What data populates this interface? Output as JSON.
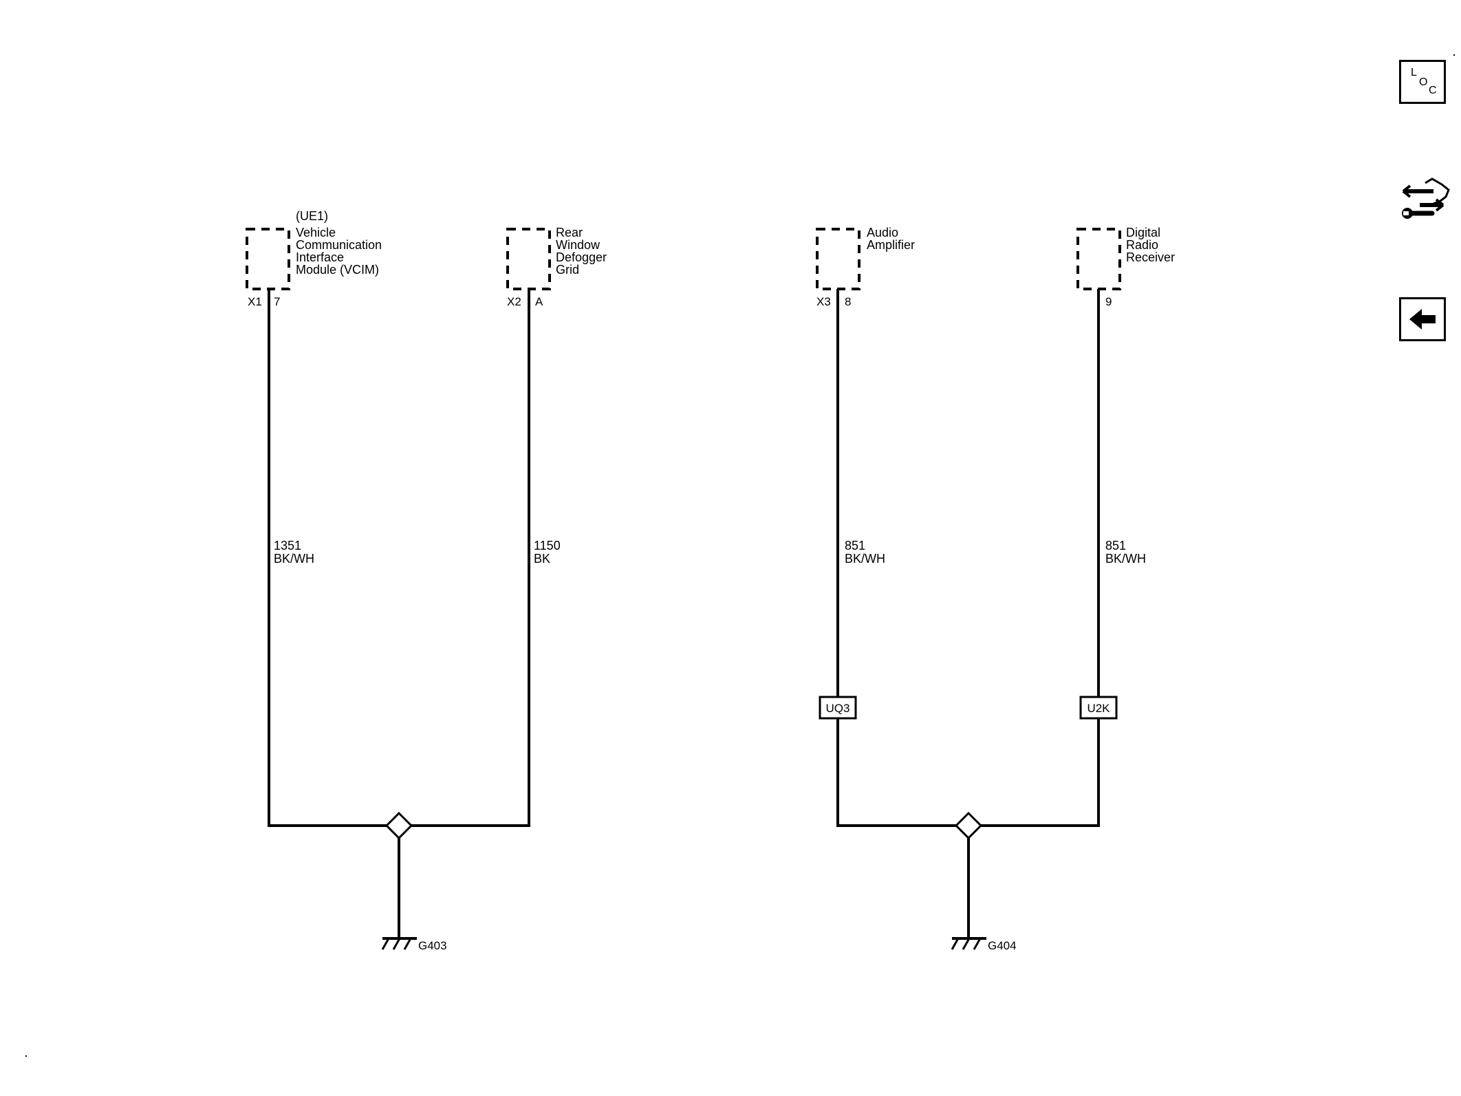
{
  "components": {
    "vcim": {
      "id": "(UE1)",
      "lines": [
        "Vehicle",
        "Communication",
        "Interface",
        "Module (VCIM)"
      ],
      "connector": "X1",
      "pin": "7"
    },
    "defogger": {
      "lines": [
        "Rear",
        "Window",
        "Defogger",
        "Grid"
      ],
      "connector": "X2",
      "pin": "A"
    },
    "amplifier": {
      "lines": [
        "Audio",
        "Amplifier"
      ],
      "connector": "X3",
      "pin": "8"
    },
    "radio": {
      "lines": [
        "Digital",
        "Radio",
        "Receiver"
      ],
      "pin": "9"
    }
  },
  "wires": {
    "vcim": {
      "circuit": "1351",
      "color": "BK/WH"
    },
    "defogger": {
      "circuit": "1150",
      "color": "BK"
    },
    "amplifier": {
      "circuit": "851",
      "color": "BK/WH"
    },
    "radio": {
      "circuit": "851",
      "color": "BK/WH"
    }
  },
  "inline_connectors": {
    "amplifier": "UQ3",
    "radio": "U2K"
  },
  "grounds": {
    "left": "G403",
    "right": "G404"
  },
  "sidebar": {
    "loc_letters": [
      "L",
      "O",
      "C"
    ],
    "buttons": [
      "location-icon",
      "connector-tool-icon",
      "back-arrow-icon"
    ]
  }
}
